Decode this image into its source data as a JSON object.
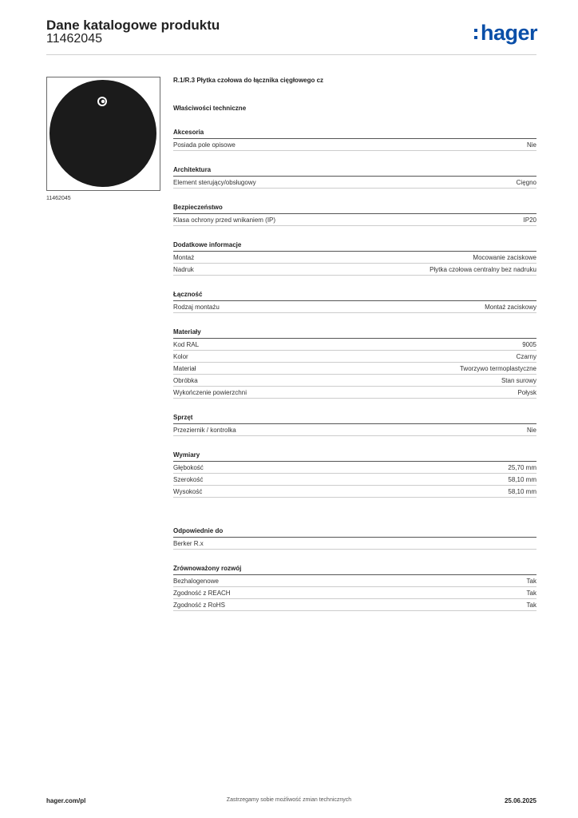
{
  "header": {
    "title": "Dane katalogowe produktu",
    "code": "11462045",
    "logo_text": "hager",
    "logo_color": "#0a4fa8"
  },
  "product": {
    "image_caption": "11462045",
    "image_desc": "black-round-plate",
    "name": "R.1/R.3 Płytka czołowa do łącznika cięgłowego cz"
  },
  "tech_heading": "Właściwości techniczne",
  "groups": [
    {
      "title": "Akcesoria",
      "rows": [
        {
          "label": "Posiada pole opisowe",
          "value": "Nie"
        }
      ]
    },
    {
      "title": "Architektura",
      "rows": [
        {
          "label": "Element sterujący/obsługowy",
          "value": "Cięgno"
        }
      ]
    },
    {
      "title": "Bezpieczeństwo",
      "rows": [
        {
          "label": "Klasa ochrony przed wnikaniem (IP)",
          "value": "IP20"
        }
      ]
    },
    {
      "title": "Dodatkowe informacje",
      "rows": [
        {
          "label": "Montaż",
          "value": "Mocowanie zaciskowe"
        },
        {
          "label": "Nadruk",
          "value": "Płytka czołowa centralny bez nadruku"
        }
      ]
    },
    {
      "title": "Łączność",
      "rows": [
        {
          "label": "Rodzaj montażu",
          "value": "Montaż zaciskowy"
        }
      ]
    },
    {
      "title": "Materiały",
      "rows": [
        {
          "label": "Kod RAL",
          "value": "9005"
        },
        {
          "label": "Kolor",
          "value": "Czarny"
        },
        {
          "label": "Materiał",
          "value": "Tworzywo termoplastyczne"
        },
        {
          "label": "Obróbka",
          "value": "Stan surowy"
        },
        {
          "label": "Wykończenie powierzchni",
          "value": "Połysk"
        }
      ]
    },
    {
      "title": "Sprzęt",
      "rows": [
        {
          "label": "Przeziernik / kontrolka",
          "value": "Nie"
        }
      ]
    },
    {
      "title": "Wymiary",
      "rows": [
        {
          "label": "Głębokość",
          "value": "25,70 mm"
        },
        {
          "label": "Szerokość",
          "value": "58,10 mm"
        },
        {
          "label": "Wysokość",
          "value": "58,10 mm"
        }
      ]
    }
  ],
  "suitable": {
    "title": "Odpowiednie do",
    "rows": [
      {
        "label": "Berker R.x",
        "value": ""
      }
    ]
  },
  "sustainable": {
    "title": "Zrównoważony rozwój",
    "rows": [
      {
        "label": "Bezhalogenowe",
        "value": "Tak"
      },
      {
        "label": "Zgodność z REACH",
        "value": "Tak"
      },
      {
        "label": "Zgodność z RoHS",
        "value": "Tak"
      }
    ]
  },
  "footer": {
    "website": "hager.com/pl",
    "disclaimer": "Zastrzegamy sobie możliwość zmian technicznych",
    "date": "25.06.2025"
  }
}
